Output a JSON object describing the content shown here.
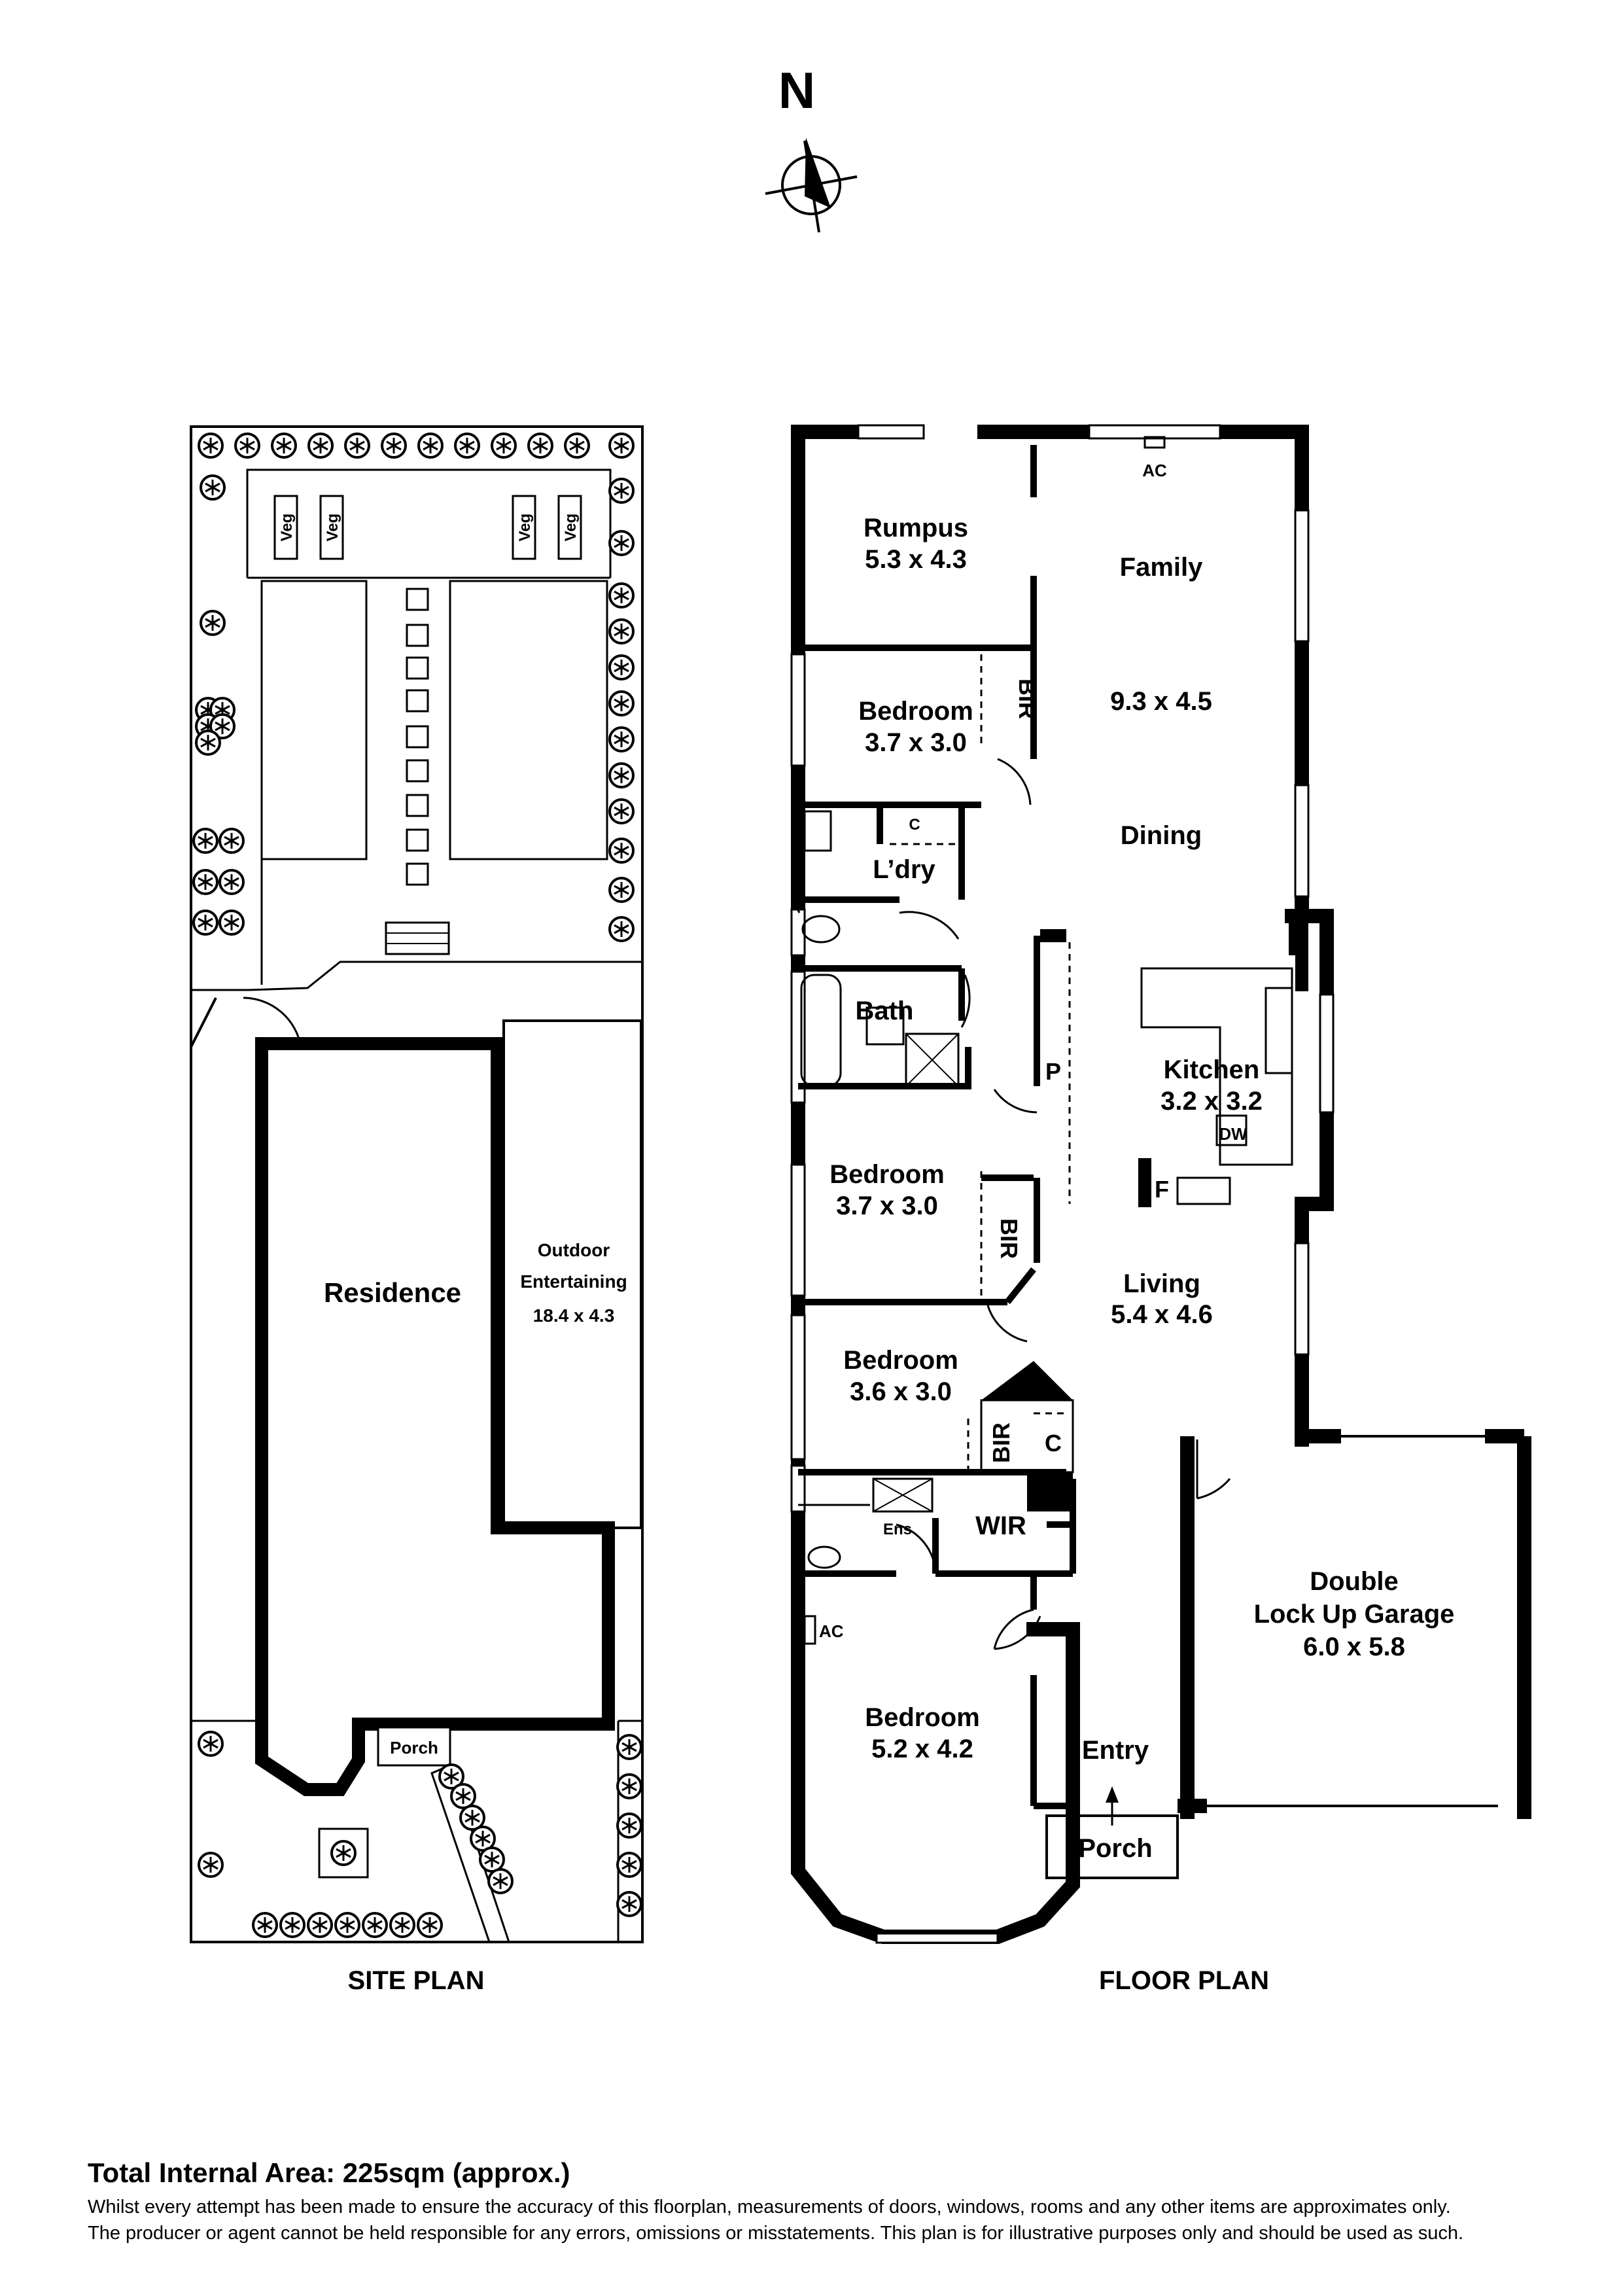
{
  "compass": {
    "label": "N"
  },
  "site_plan": {
    "title": "SITE PLAN",
    "labels": {
      "veg": "Veg",
      "residence": "Residence",
      "outdoor_1": "Outdoor",
      "outdoor_2": "Entertaining",
      "outdoor_3": "18.4 x 4.3",
      "porch": "Porch"
    }
  },
  "floor_plan": {
    "title": "FLOOR PLAN",
    "rooms": {
      "rumpus_name": "Rumpus",
      "rumpus_size": "5.3 x 4.3",
      "family_name": "Family",
      "family_size": "9.3 x 4.5",
      "dining_name": "Dining",
      "bed1_name": "Bedroom",
      "bed1_size": "3.7 x 3.0",
      "laundry": "L’dry",
      "bath": "Bath",
      "kitchen_name": "Kitchen",
      "kitchen_size": "3.2 x 3.2",
      "bed2_name": "Bedroom",
      "bed2_size": "3.7 x 3.0",
      "living_name": "Living",
      "living_size": "5.4 x 4.6",
      "bed3_name": "Bedroom",
      "bed3_size": "3.6 x 3.0",
      "ens": "Ens",
      "wir": "WIR",
      "garage_1": "Double",
      "garage_2": "Lock Up Garage",
      "garage_3": "6.0 x 5.8",
      "bed4_name": "Bedroom",
      "bed4_size": "5.2 x 4.2",
      "entry": "Entry",
      "porch": "Porch"
    },
    "fixtures": {
      "ac": "AC",
      "bir": "BIR",
      "c": "C",
      "p": "P",
      "dw": "DW",
      "f": "F"
    }
  },
  "footer": {
    "total_area": "Total Internal Area: 225sqm (approx.)",
    "disclaimer_1": "Whilst every attempt has been made to ensure the accuracy of this floorplan, measurements of doors, windows, rooms and any other items are approximates only.",
    "disclaimer_2": "The producer or agent cannot be held responsible for any errors, omissions or misstatements. This plan is for illustrative purposes only and should be used as such."
  }
}
